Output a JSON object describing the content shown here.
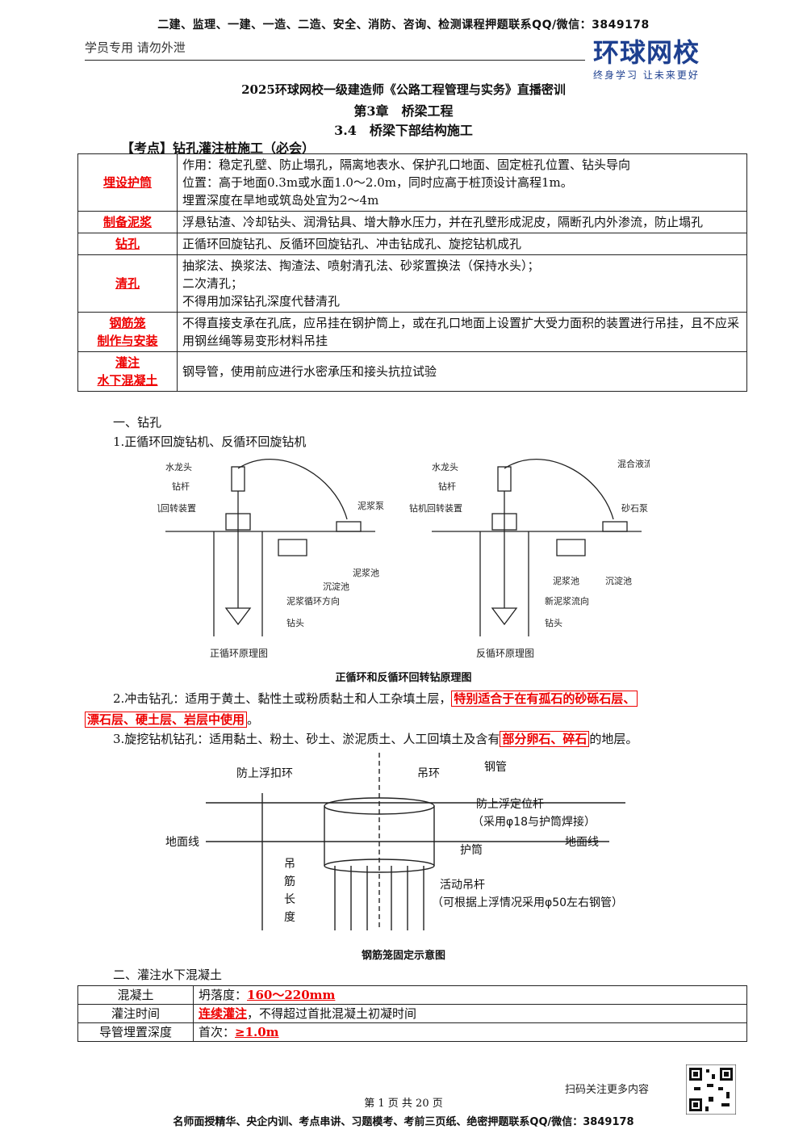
{
  "header": {
    "banner": "二建、监理、一建、一造、二造、安全、消防、咨询、检测课程押题联系QQ/微信：3849178",
    "student_note": "学员专用 请勿外泄",
    "logo_main": "环球网校",
    "logo_sub": "终身学习 让未来更好",
    "brand_color": "#1d3f8f"
  },
  "titles": {
    "doc_title": "2025环球网校一级建造师《公路工程管理与实务》直播密训",
    "chapter": "第3章　桥梁工程",
    "section": "3.4　桥梁下部结构施工"
  },
  "kaodian": "【考点】钻孔灌注桩施工（必会）",
  "main_table": [
    {
      "key": "埋设护筒",
      "lines": [
        "作用：稳定孔壁、防止塌孔，隔离地表水、保护孔口地面、固定桩孔位置、钻头导向",
        "位置：高于地面0.3m或水面1.0～2.0m，同时应高于桩顶设计高程1m。",
        "埋置深度在旱地或筑岛处宜为2～4m"
      ]
    },
    {
      "key": "制备泥浆",
      "lines": [
        "浮悬钻渣、冷却钻头、润滑钻具、增大静水压力，并在孔壁形成泥皮，隔断孔内外渗流，防止塌孔"
      ]
    },
    {
      "key": "钻孔",
      "lines": [
        "正循环回旋钻孔、反循环回旋钻孔、冲击钻成孔、旋挖钻机成孔"
      ]
    },
    {
      "key": "清孔",
      "lines": [
        "抽浆法、换浆法、掏渣法、喷射清孔法、砂浆置换法（保持水头）；",
        "二次清孔；",
        "不得用加深钻孔深度代替清孔"
      ]
    },
    {
      "key_lines": [
        "钢筋笼",
        "制作与安装"
      ],
      "lines": [
        "不得直接支承在孔底，应吊挂在钢护筒上，或在孔口地面上设置扩大受力面积的装置进行吊挂，且不应采用钢丝绳等易变形材料吊挂"
      ]
    },
    {
      "key_lines": [
        "灌注",
        "水下混凝土"
      ],
      "lines": [
        "钢导管，使用前应进行水密承压和接头抗拉试验"
      ]
    }
  ],
  "section1": {
    "heading": "一、钻孔",
    "item1": "1.正循环回旋钻机、反循环回旋钻机",
    "fig1": {
      "left_labels": [
        "水龙头",
        "钻杆",
        "钻机回转装置",
        "泥浆泵",
        "泥浆池",
        "沉淀池",
        "泥浆循环方向",
        "钻头"
      ],
      "right_labels": [
        "水龙头",
        "钻杆",
        "钻机回转装置",
        "混合液流向",
        "砂石泵",
        "泥浆池",
        "沉淀池",
        "新泥浆流向",
        "钻头"
      ],
      "left_caption": "正循环原理图",
      "right_caption": "反循环原理图",
      "caption": "正循环和反循环回转钻原理图"
    },
    "item2_prefix": "2.冲击钻孔：适用于黄土、黏性土或粉质黏土和人工杂填土层，",
    "item2_red1": "特别适合于在有孤石的砂砾石层、",
    "item2_red2": "漂石层、硬土层、岩层中使用",
    "item2_suffix": "。",
    "item3_prefix": "3.旋挖钻机钻孔：适用黏土、粉土、砂土、淤泥质土、人工回填土及含有",
    "item3_red": "部分卵石、碎石",
    "item3_suffix": "的地层。",
    "fig2": {
      "labels": [
        "防上浮扣环",
        "吊环",
        "钢管",
        "防上浮定位杆",
        "（采用φ18与护筒焊接）",
        "地面线",
        "地面线",
        "护筒",
        "吊",
        "筋",
        "长",
        "度",
        "活动吊杆",
        "（可根据上浮情况采用φ50左右钢管）"
      ],
      "caption": "钢筋笼固定示意图"
    }
  },
  "section2": {
    "heading": "二、灌注水下混凝土",
    "rows": [
      {
        "key": "混凝土",
        "prefix": "坍落度：",
        "red": "160～220mm",
        "suffix": ""
      },
      {
        "key": "灌注时间",
        "prefix": "",
        "red": "连续灌注",
        "suffix": "，不得超过首批混凝土初凝时间"
      },
      {
        "key": "导管埋置深度",
        "prefix": "首次：",
        "red": "≥1.0m",
        "suffix": ""
      }
    ]
  },
  "footer": {
    "scan": "扫码关注更多内容",
    "page": "第 1 页 共 20 页",
    "banner": "名师面授精华、央企内训、考点串讲、习题模考、考前三页纸、绝密押题联系QQ/微信：3849178"
  }
}
